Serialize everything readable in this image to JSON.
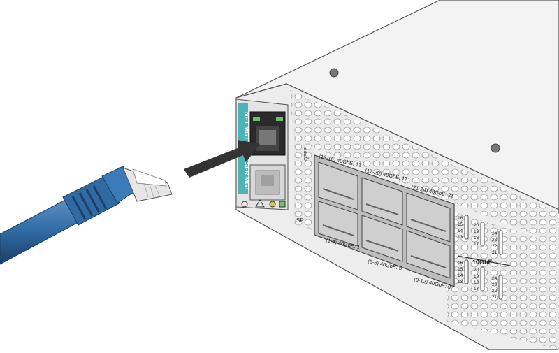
{
  "labels": {
    "net_mgt": "NET MGT",
    "ser_mgt": "SER MGT",
    "sp": "SP",
    "qsfp": "QSFP",
    "group_13_16": "(13-16) 40GbE: 13",
    "group_17_20": "(17-20) 40GbE: 17",
    "group_21_24": "(21-24) 40GbE: 21",
    "group_1_4": "(1-4) 40GbE: 1",
    "group_5_8": "(5-8) 40GbE: 5",
    "group_9_12": "(9-12) 40GbE: 9",
    "tengbe": "10GbE"
  },
  "port_numbers": {
    "col_a_top": [
      "16",
      "15",
      "14",
      "13"
    ],
    "col_b_top": [
      "20",
      "19",
      "18",
      "17"
    ],
    "col_c_top": [
      "24",
      "23",
      "22",
      "21"
    ],
    "col_a_bottom": [
      "16",
      "15",
      "14",
      "13"
    ],
    "col_b_bottom": [
      "20",
      "19",
      "18",
      "17"
    ],
    "col_c_bottom": [
      "24",
      "23",
      "22",
      "21"
    ]
  },
  "colors": {
    "cable": "#2f6aa3",
    "cable_dark": "#1d3f66",
    "label_strip": "#4db3b5",
    "chassis_top": "#f2f2f2",
    "chassis_front": "#eaeaea",
    "arrow": "#333333"
  }
}
